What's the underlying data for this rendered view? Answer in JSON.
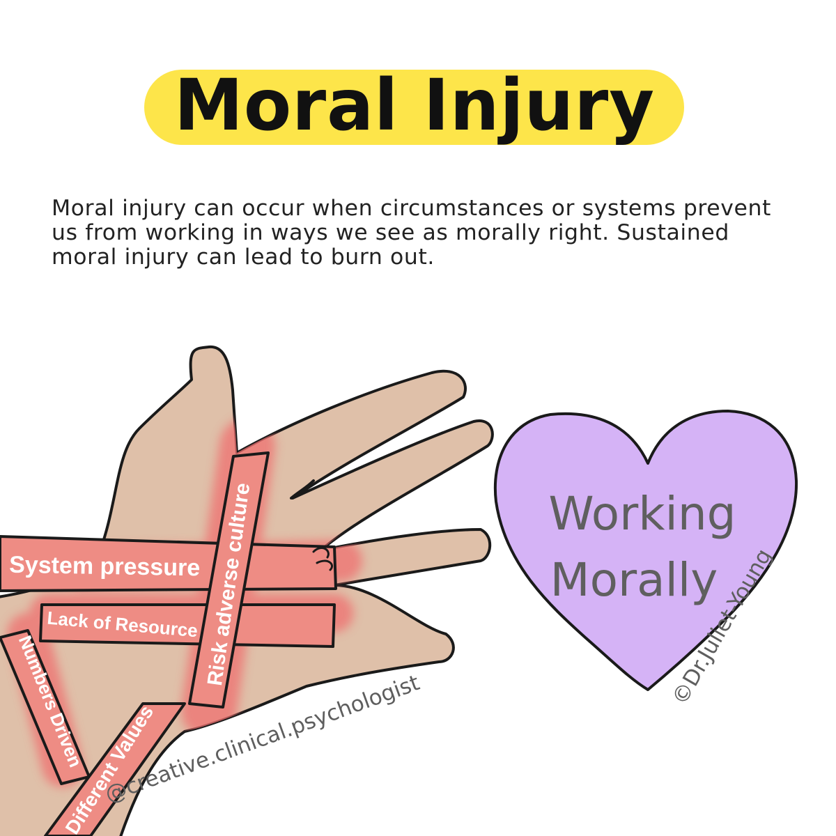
{
  "title": "Moral Injury",
  "description": "Moral injury can occur when circumstances or systems prevent us from working in ways we see as morally right. Sustained moral injury can lead to burn out.",
  "colors": {
    "title_highlight": "#fde54a",
    "skin": "#dfc0a9",
    "strap": "#ee8c84",
    "strap_glow": "#ef6f70",
    "heart": "#d5b3f6",
    "outline": "#1a1a1a",
    "handwriting": "#5f5f5f"
  },
  "illustration": {
    "straps": [
      "System pressure",
      "Lack of Resource",
      "Numbers Driven",
      "Different Values",
      "Risk adverse culture"
    ],
    "heart": {
      "line1": "Working",
      "line2": "Morally"
    }
  },
  "credits": {
    "left": "@creative.clinical.psychologist",
    "right": "©Dr.Juliet-Young"
  }
}
